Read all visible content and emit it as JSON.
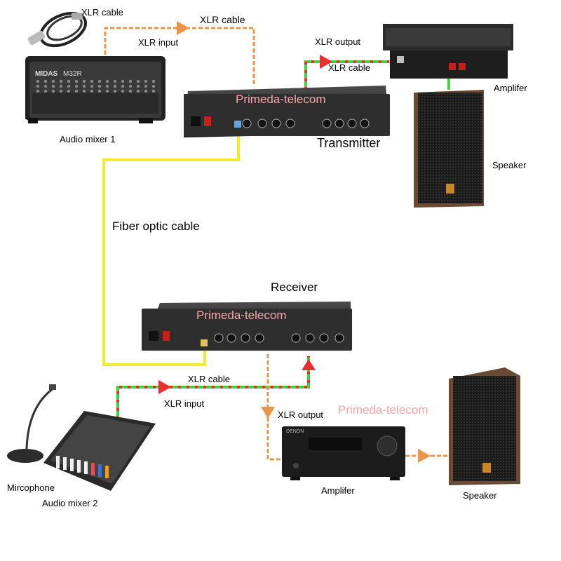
{
  "labels": {
    "xlr_cable_top_left": "XLR cable",
    "xlr_cable_top": "XLR cable",
    "xlr_input_top": "XLR input",
    "xlr_output_top": "XLR output",
    "xlr_cable_amp_top": "XLR cable",
    "amplifier_top": "Amplifer",
    "audio_mixer_1": "Audio mixer 1",
    "transmitter": "Transmitter",
    "speaker_top": "Speaker",
    "fiber_optic_cable": "Fiber optic cable",
    "receiver": "Receiver",
    "xlr_cable_bottom": "XLR cable",
    "xlr_input_bottom": "XLR input",
    "xlr_output_bottom": "XLR output",
    "microphone": "Mircophone",
    "audio_mixer_2": "Audio mixer 2",
    "amplifier_bottom": "Amplifer",
    "speaker_bottom": "Speaker"
  },
  "device_text": {
    "mixer1_brand": "MIDAS",
    "mixer1_model": "M32R",
    "amp2_brand": "DENON"
  },
  "watermark": "Primeda-telecom",
  "colors": {
    "fiber": "#f2ec2e",
    "xlr_orange": "#e8964a",
    "xlr_green": "#3fd13f",
    "xlr_red": "#e83030",
    "device_dark": "#2a2a2a",
    "speaker_wood": "#6b4a36"
  }
}
